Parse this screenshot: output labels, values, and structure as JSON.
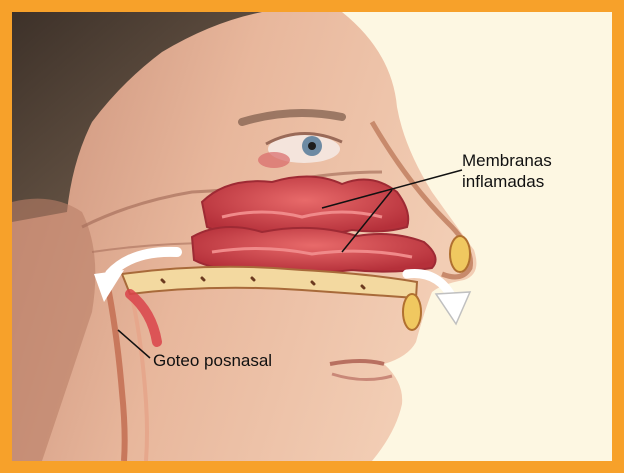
{
  "labels": {
    "membranes_line1": "Membranas",
    "membranes_line2": "inflamadas",
    "postnasal_drip": "Goteo posnasal"
  },
  "colors": {
    "border": "#f7a12a",
    "background": "#fdf7e2",
    "skin": "#e8b79c",
    "membrane": "#d9434a",
    "hair": "#5b4a3c",
    "arrow": "#ffffff"
  }
}
